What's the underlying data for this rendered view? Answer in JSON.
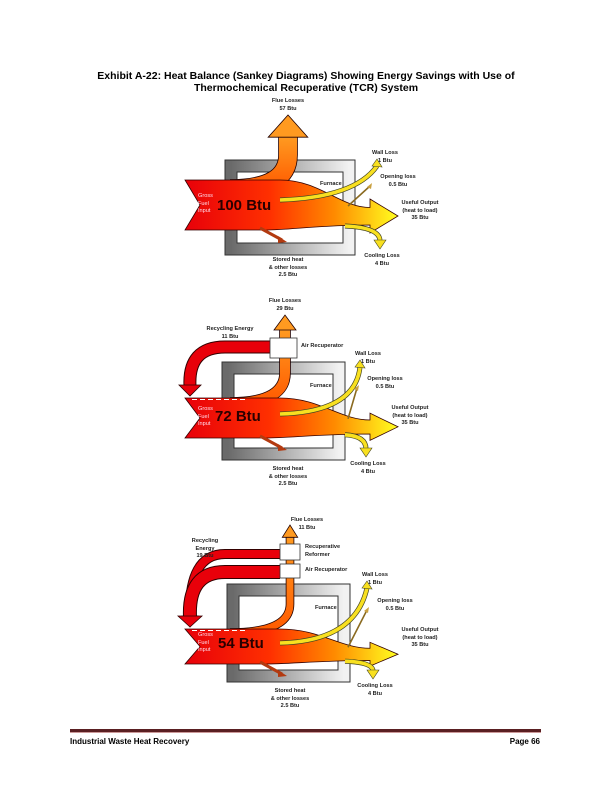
{
  "title": {
    "line1": "Exhibit A-22:  Heat Balance (Sankey Diagrams) Showing Energy Savings with Use of",
    "line2": "Thermochemical Recuperative (TCR) System"
  },
  "colors": {
    "red": "#e8000a",
    "orange": "#ff8a00",
    "yellow": "#ffff20",
    "gray": "#808080",
    "footer_rule": "#5a1f22"
  },
  "diagrams": [
    {
      "flue": [
        "Flue Losses",
        "57 Btu"
      ],
      "wall": [
        "Wall Loss",
        "1 Btu"
      ],
      "opening": [
        "Opening loss",
        "0.5 Btu"
      ],
      "useful": [
        "Useful Output",
        "(heat to load)",
        "35 Btu"
      ],
      "cooling": [
        "Cooling Loss",
        "4 Btu"
      ],
      "stored": [
        "Stored heat",
        "& other losses",
        "2.5 Btu"
      ],
      "furnace": [
        "Furnace"
      ],
      "gross": [
        "Gross",
        "Fuel",
        "Input"
      ],
      "total": "100 Btu"
    },
    {
      "flue": [
        "Flue Losses",
        "29 Btu"
      ],
      "recycling": [
        "Recycling Energy",
        "11 Btu"
      ],
      "air": [
        "Air Recuperator"
      ],
      "wall": [
        "Wall Loss",
        "1 Btu"
      ],
      "opening": [
        "Opening loss",
        "0.5 Btu"
      ],
      "useful": [
        "Useful Output",
        "(heat to load)",
        "35 Btu"
      ],
      "cooling": [
        "Cooling Loss",
        "4 Btu"
      ],
      "stored": [
        "Stored heat",
        "& other losses",
        "2.5 Btu"
      ],
      "furnace": [
        "Furnace"
      ],
      "gross": [
        "Gross",
        "Fuel",
        "Input"
      ],
      "total": "72 Btu"
    },
    {
      "flue": [
        "Flue Losses",
        "11 Btu"
      ],
      "recycling": [
        "Recycling",
        "Energy",
        "19 Btu"
      ],
      "reformer": [
        "Recuperative",
        "Reformer"
      ],
      "air": [
        "Air Recuperator"
      ],
      "wall": [
        "Wall Loss",
        "1 Btu"
      ],
      "opening": [
        "Opening loss",
        "0.5 Btu"
      ],
      "useful": [
        "Useful Output",
        "(heat to load)",
        "35 Btu"
      ],
      "cooling": [
        "Cooling Loss",
        "4 Btu"
      ],
      "stored": [
        "Stored heat",
        "& other losses",
        "2.5 Btu"
      ],
      "furnace": [
        "Furnace"
      ],
      "gross": [
        "Gross",
        "Fuel",
        "Input"
      ],
      "total": "54 Btu"
    }
  ],
  "footer": {
    "left": "Industrial Waste Heat Recovery",
    "right": "Page 66"
  }
}
